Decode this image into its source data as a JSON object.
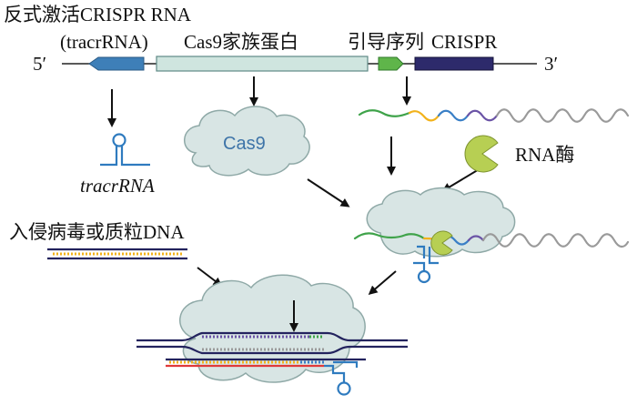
{
  "labels": {
    "tracr_top_line1": "反式激活CRISPR RNA",
    "tracr_top_line2": "(tracrRNA)",
    "cas9_family": "Cas9家族蛋白",
    "guide_seq": "引导序列",
    "crispr": "CRISPR",
    "five_prime": "5′",
    "three_prime": "3′",
    "cas9": "Cas9",
    "tracrrna_italic": "tracrRNA",
    "rnase": "RNA酶",
    "invading_dna": "入侵病毒或质粒DNA"
  },
  "colors": {
    "tracr_gene": "#3e7fb8",
    "cas9_gene": "#cfe5df",
    "guide_gene": "#5fb54a",
    "crispr_gene": "#2d2a6b",
    "cloud_fill": "#d8e5e4",
    "cloud_stroke": "#8fa9a7",
    "rnase_fill": "#b7cf53",
    "rna_green": "#3fa34a",
    "rna_yellow": "#f2b21b",
    "rna_blue": "#3a7fc6",
    "rna_purple": "#6b54a6",
    "rna_gray": "#9a9a9a",
    "dna_navy": "#23235e",
    "dna_red": "#e03a3a",
    "tracr_loop": "#2f7bbf",
    "arrow": "#111111",
    "cas9_text": "#3e74a8"
  },
  "icons": [
    "tracrrna-hairpin-icon",
    "rnase-pacman-icon",
    "cloud-icon",
    "arrow-icon",
    "dna-double-strand-icon"
  ]
}
